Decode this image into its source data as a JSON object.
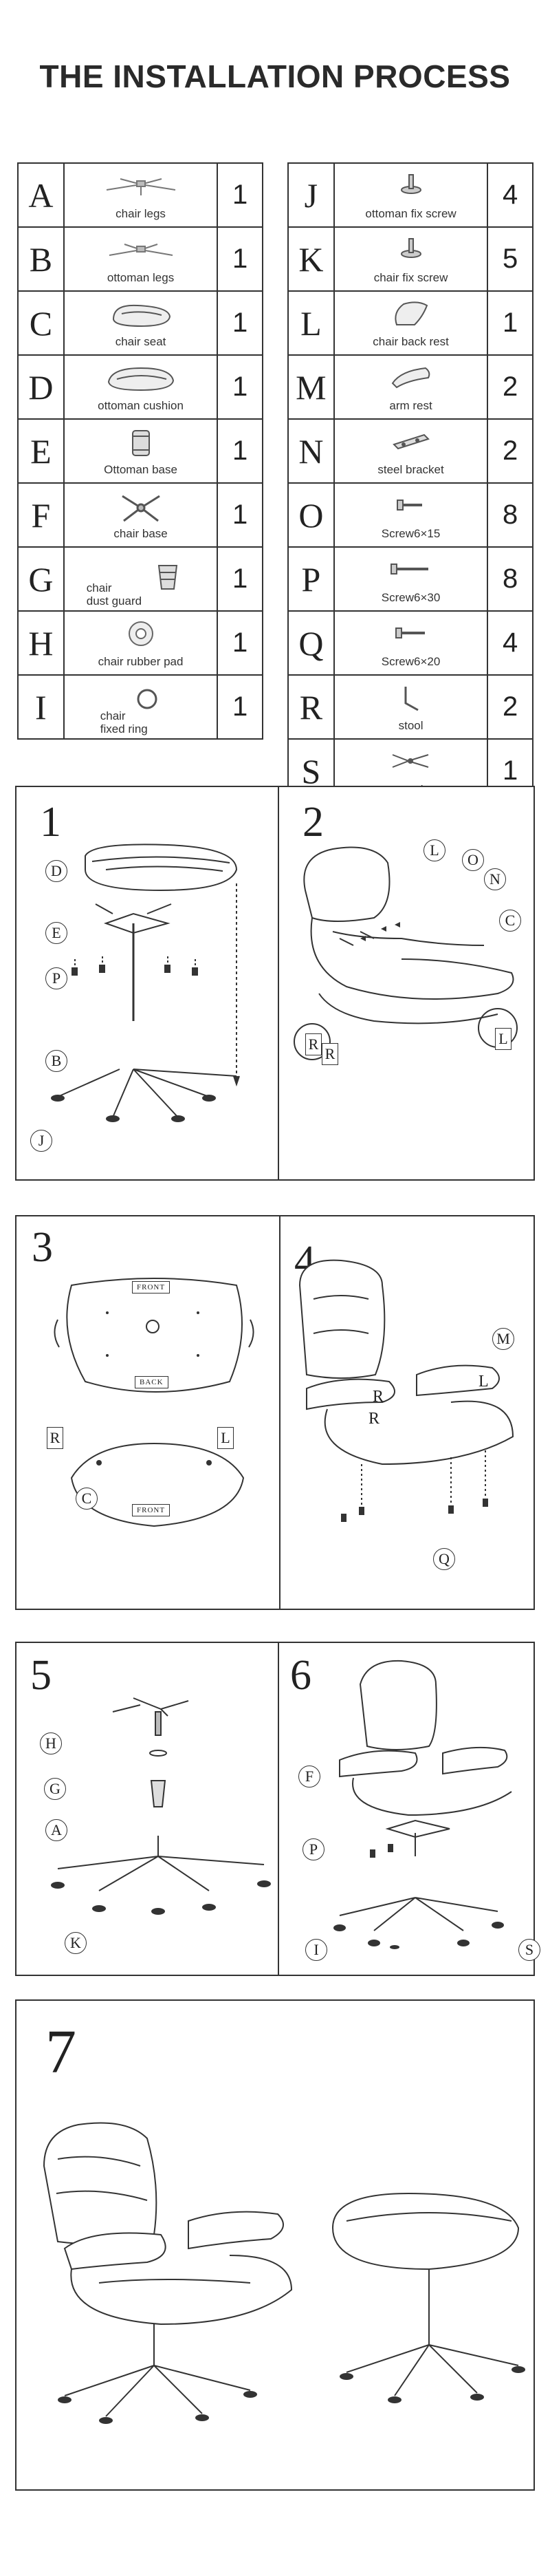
{
  "page_title": "THE INSTALLATION PROCESS",
  "parts_left": [
    {
      "letter": "A",
      "name": "chair legs",
      "qty": "1",
      "icon": "chair-legs-icon"
    },
    {
      "letter": "B",
      "name": "ottoman  legs",
      "qty": "1",
      "icon": "ottoman-legs-icon"
    },
    {
      "letter": "C",
      "name": "chair seat",
      "qty": "1",
      "icon": "chair-seat-icon"
    },
    {
      "letter": "D",
      "name": "ottoman cushion",
      "qty": "1",
      "icon": "ottoman-cushion-icon"
    },
    {
      "letter": "E",
      "name": "Ottoman base",
      "qty": "1",
      "icon": "ottoman-base-icon"
    },
    {
      "letter": "F",
      "name": "chair base",
      "qty": "1",
      "icon": "chair-base-icon"
    },
    {
      "letter": "G",
      "name_line1": "chair",
      "name_line2": "dust guard",
      "qty": "1",
      "icon": "dust-guard-icon"
    },
    {
      "letter": "H",
      "name": "chair rubber pad",
      "qty": "1",
      "icon": "rubber-pad-icon"
    },
    {
      "letter": "I",
      "name_line1": "chair",
      "name_line2": "fixed ring",
      "qty": "1",
      "icon": "fixed-ring-icon"
    }
  ],
  "parts_right": [
    {
      "letter": "J",
      "name": "ottoman fix screw",
      "qty": "4",
      "icon": "fix-screw-icon"
    },
    {
      "letter": "K",
      "name": "chair fix screw",
      "qty": "5",
      "icon": "fix-screw-icon"
    },
    {
      "letter": "L",
      "name": "chair back rest",
      "qty": "1",
      "icon": "back-rest-icon"
    },
    {
      "letter": "M",
      "name": "arm rest",
      "qty": "2",
      "icon": "arm-rest-icon"
    },
    {
      "letter": "N",
      "name": "steel bracket",
      "qty": "2",
      "icon": "steel-bracket-icon"
    },
    {
      "letter": "O",
      "name": "Screw6×15",
      "qty": "8",
      "icon": "screw-icon"
    },
    {
      "letter": "P",
      "name": "Screw6×30",
      "qty": "8",
      "icon": "screw-icon"
    },
    {
      "letter": "Q",
      "name": "Screw6×20",
      "qty": "4",
      "icon": "screw-icon"
    },
    {
      "letter": "R",
      "name": "stool",
      "qty": "2",
      "icon": "stool-icon"
    },
    {
      "letter": "S",
      "name": "stool",
      "qty": "1",
      "icon": "pliers-icon"
    }
  ],
  "steps": {
    "s1": {
      "number": "1",
      "callouts": [
        "D",
        "E",
        "P",
        "B",
        "J"
      ]
    },
    "s2": {
      "number": "2",
      "callouts": [
        "L",
        "O",
        "N",
        "C"
      ],
      "tags": [
        "R",
        "R",
        "L"
      ]
    },
    "s3": {
      "number": "3",
      "front_label": "FRONT",
      "back_label": "BACK",
      "front_label_2": "FRONT",
      "tags": [
        "R",
        "L"
      ],
      "callouts": [
        "C"
      ]
    },
    "s4": {
      "number": "4",
      "callouts": [
        "M",
        "Q"
      ],
      "letters": [
        "L",
        "R",
        "R"
      ]
    },
    "s5": {
      "number": "5",
      "callouts": [
        "H",
        "G",
        "A",
        "K"
      ]
    },
    "s6": {
      "number": "6",
      "callouts": [
        "F",
        "P",
        "I",
        "S"
      ]
    },
    "s7": {
      "number": "7"
    }
  }
}
